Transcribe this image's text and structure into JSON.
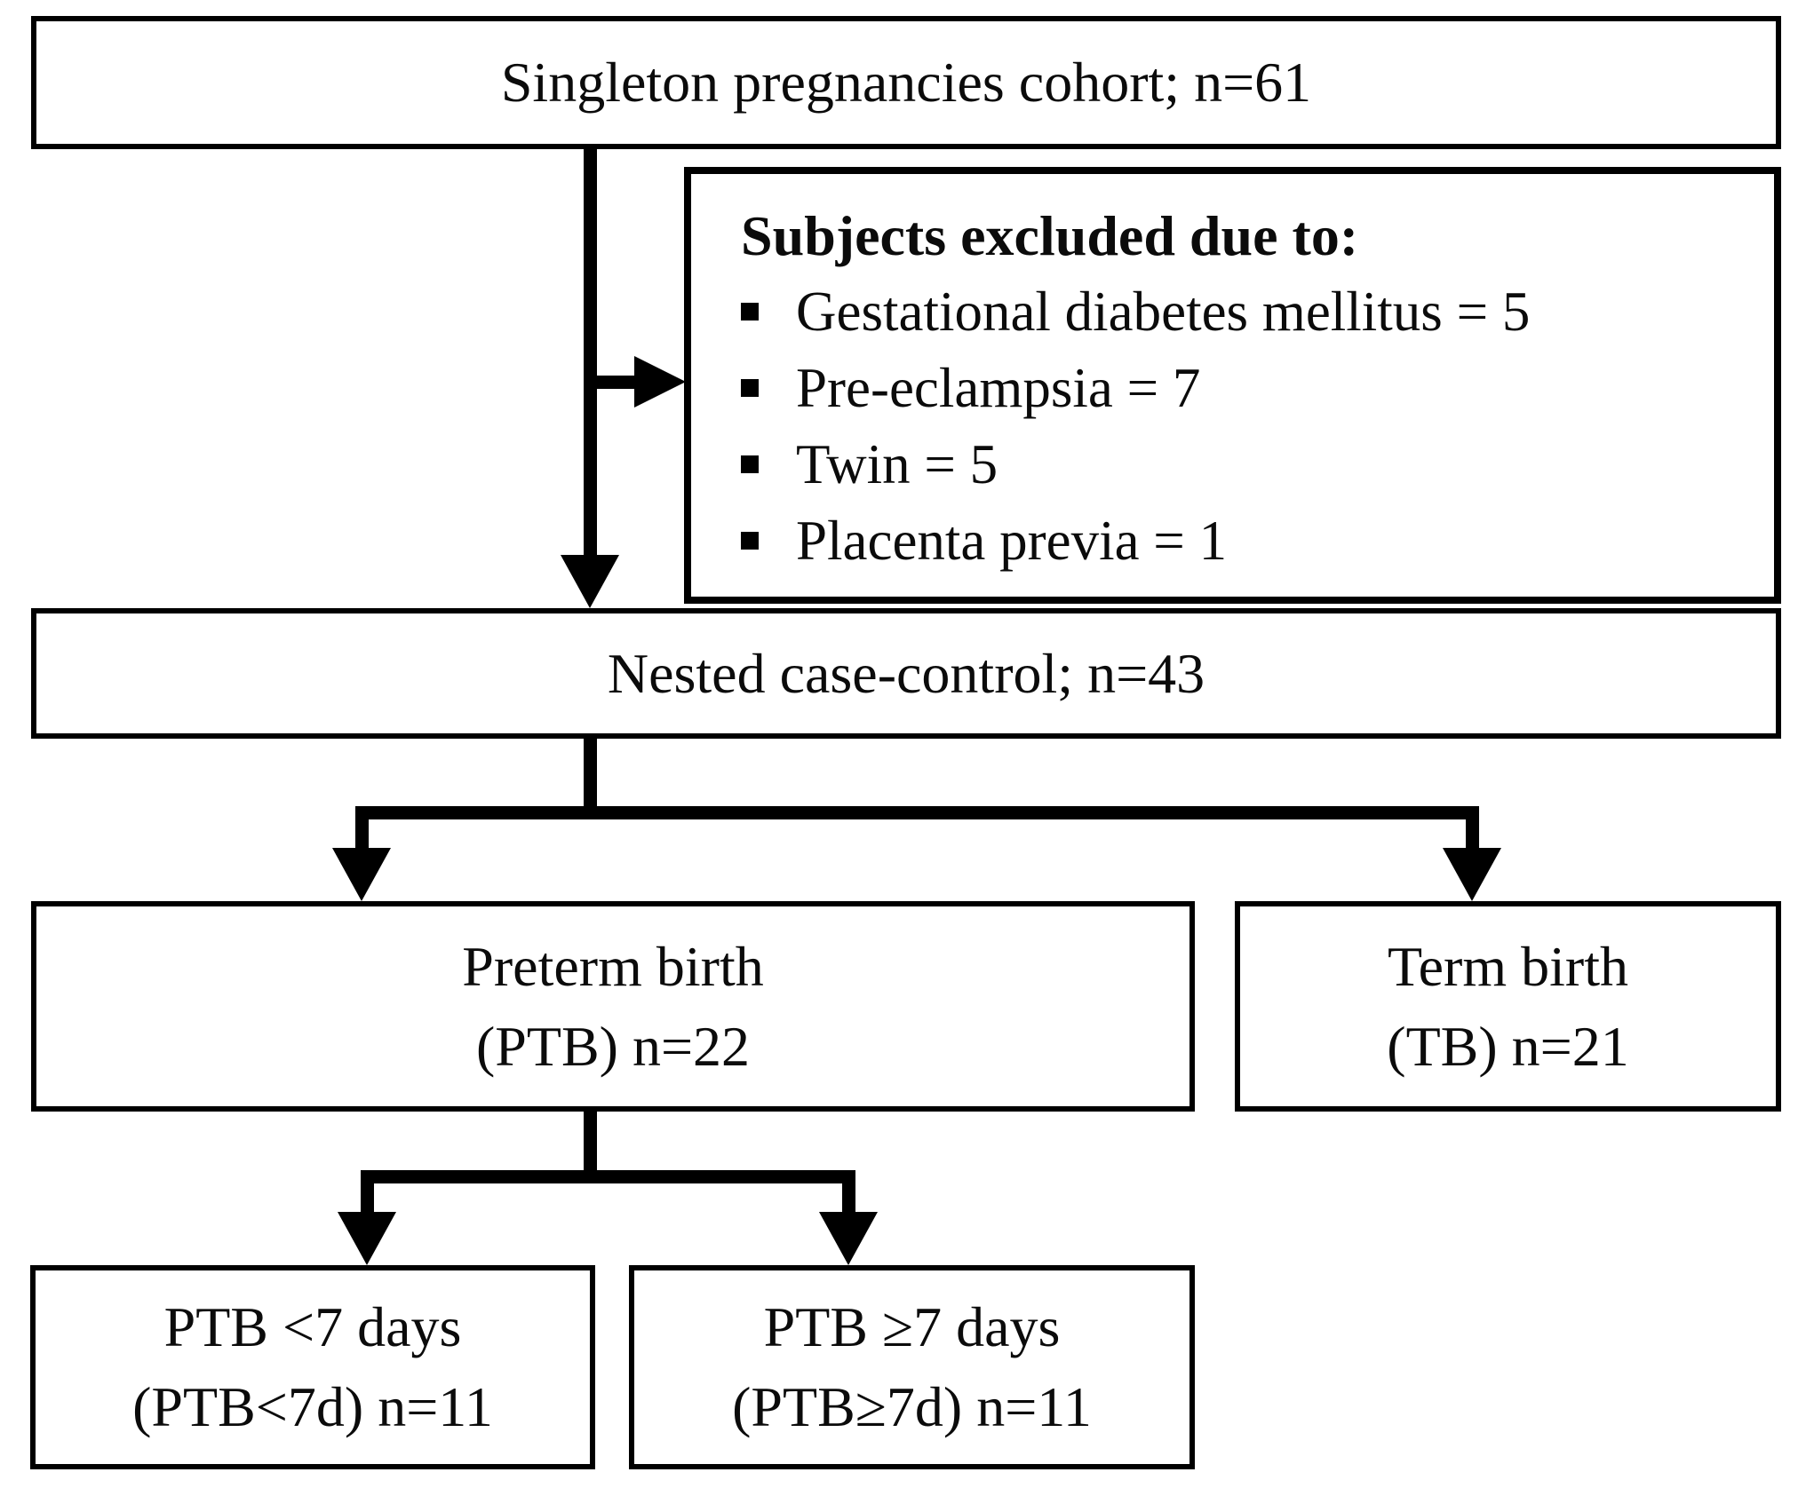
{
  "diagram": {
    "nodes": {
      "cohort": {
        "label": "Singleton pregnancies cohort; n=61"
      },
      "exclusions": {
        "title": "Subjects excluded due to:",
        "items": [
          "Gestational diabetes mellitus = 5",
          "Pre-eclampsia = 7",
          "Twin = 5",
          "Placenta previa = 1"
        ]
      },
      "nested": {
        "label": "Nested case-control; n=43"
      },
      "preterm": {
        "line1": "Preterm birth",
        "line2": "(PTB) n=22"
      },
      "term": {
        "line1": "Term birth",
        "line2": "(TB) n=21"
      },
      "ptb_lt7d": {
        "line1": "PTB <7 days",
        "line2": "(PTB<7d) n=11"
      },
      "ptb_ge7d": {
        "line1": "PTB ≥7 days",
        "line2": "(PTB≥7d) n=11"
      }
    },
    "colors": {
      "line": "#000000",
      "box_border": "#000000",
      "background": "#ffffff",
      "text": "#0b0b0b"
    }
  }
}
